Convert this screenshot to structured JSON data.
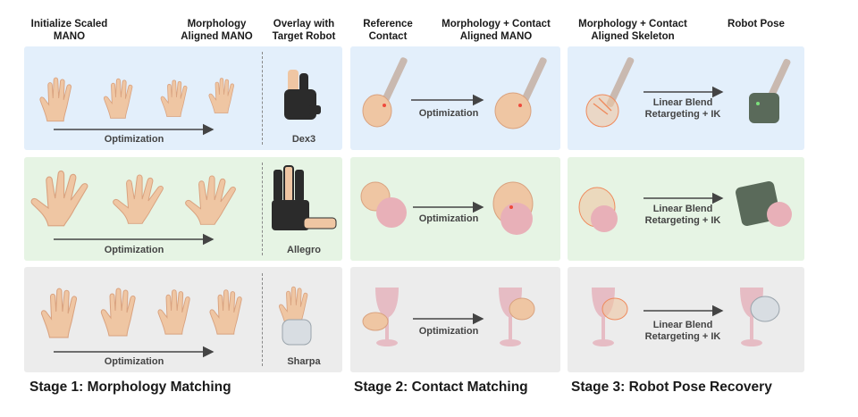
{
  "headers": {
    "init": "Initialize Scaled\nMANO",
    "morph": "Morphology\nAligned MANO",
    "overlay": "Overlay with\nTarget Robot",
    "refcontact": "Reference\nContact",
    "morphcontact": "Morphology + Contact\nAligned MANO",
    "morphskel": "Morphology + Contact\nAligned Skeleton",
    "robotpose": "Robot Pose"
  },
  "robots": [
    "Dex3",
    "Allegro",
    "Sharpa"
  ],
  "labels": {
    "optimization": "Optimization",
    "retarget_line1": "Linear Blend",
    "retarget_line2": "Retargeting + IK"
  },
  "stages": [
    "Stage 1: Morphology Matching",
    "Stage 2: Contact Matching",
    "Stage 3: Robot Pose Recovery"
  ],
  "colors": {
    "row1": "#e3effb",
    "row2": "#e6f4e4",
    "row3": "#ececec",
    "skin": "#efc6a3",
    "skin_shade": "#d9a27f",
    "robot_dark": "#2b2b2b",
    "robot_green": "#5a6a5a",
    "contact": "#ef4a3c",
    "arrow": "#444444"
  }
}
